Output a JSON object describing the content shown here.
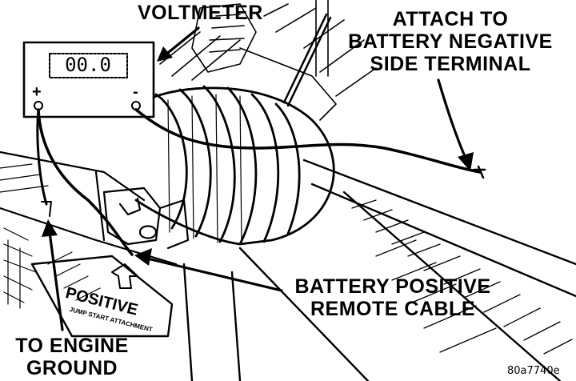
{
  "labels": {
    "voltmeter": "VOLTMETER",
    "attach_line1": "ATTACH TO",
    "attach_line2": "BATTERY NEGATIVE",
    "attach_line3": "SIDE TERMINAL",
    "battery_line1": "BATTERY POSITIVE",
    "battery_line2": "REMOTE CABLE",
    "ground_line1": "TO ENGINE",
    "ground_line2": "GROUND",
    "figure_id": "80a7740e"
  },
  "meter": {
    "reading": "00.0",
    "plus_symbol": "+",
    "minus_symbol": "-"
  },
  "terminal_cover": {
    "word": "POSITIVE",
    "subtext": "JUMP START ATTACHMENT"
  },
  "colors": {
    "ink": "#000000",
    "paper": "#ffffff"
  }
}
